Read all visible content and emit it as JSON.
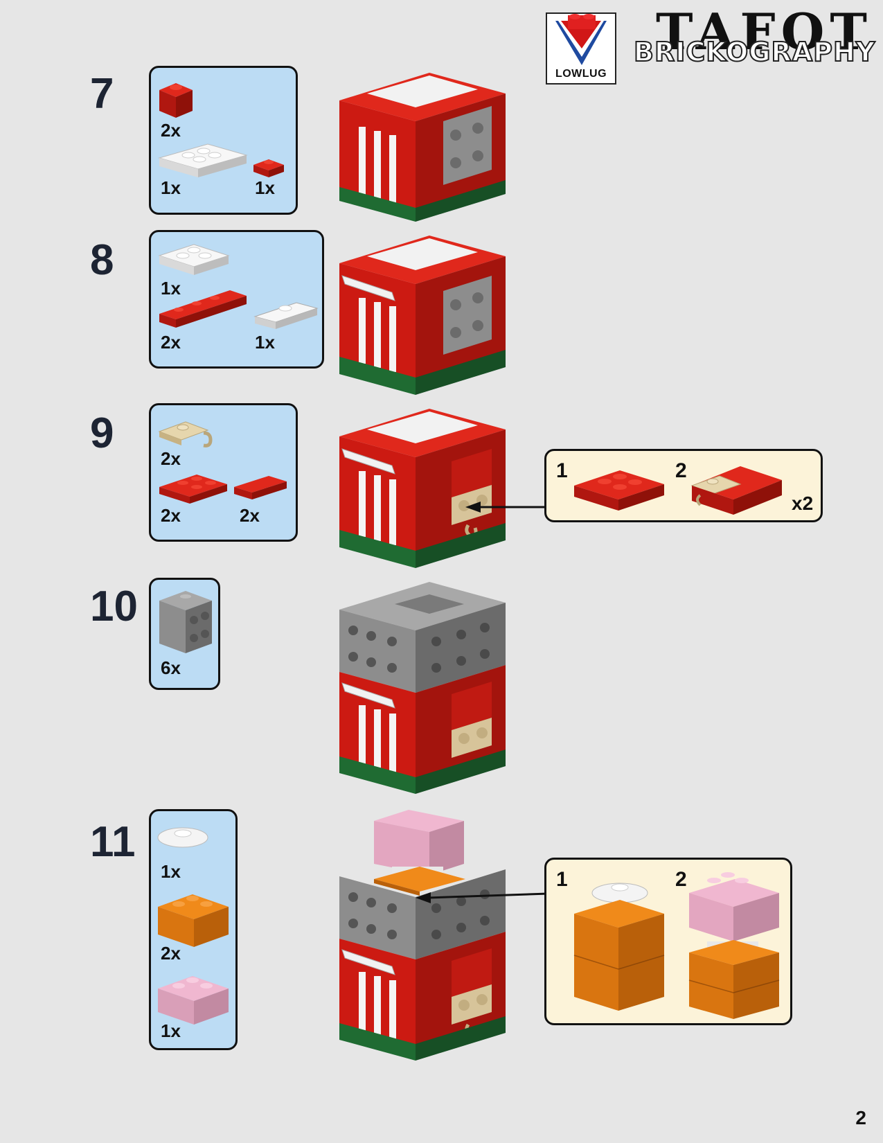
{
  "header": {
    "lowlug_label": "LOWLUG",
    "brand_line1": "TAFOT",
    "brand_line2": "BRICKOGRAPHY"
  },
  "steps": [
    {
      "number": "7",
      "parts": [
        "2x",
        "1x",
        "1x"
      ]
    },
    {
      "number": "8",
      "parts": [
        "1x",
        "2x",
        "1x"
      ]
    },
    {
      "number": "9",
      "parts": [
        "2x",
        "2x",
        "2x"
      ],
      "sub": {
        "steps": [
          "1",
          "2"
        ],
        "multiplier": "x2"
      }
    },
    {
      "number": "10",
      "parts": [
        "6x"
      ]
    },
    {
      "number": "11",
      "parts": [
        "1x",
        "2x",
        "1x"
      ],
      "sub": {
        "steps": [
          "1",
          "2"
        ]
      }
    }
  ],
  "page_number": "2",
  "colors": {
    "red": "#cc1a12",
    "dark_red": "#8f1109",
    "white": "#f4f4f4",
    "gray": "#8d8d8d",
    "dark_gray": "#6b6b6b",
    "green": "#1f6b32",
    "tan": "#d7c49a",
    "orange": "#e07a10",
    "pink": "#e4a7c3",
    "parts_bg": "#bcdcf4",
    "sub_bg": "#fcf3d9"
  }
}
